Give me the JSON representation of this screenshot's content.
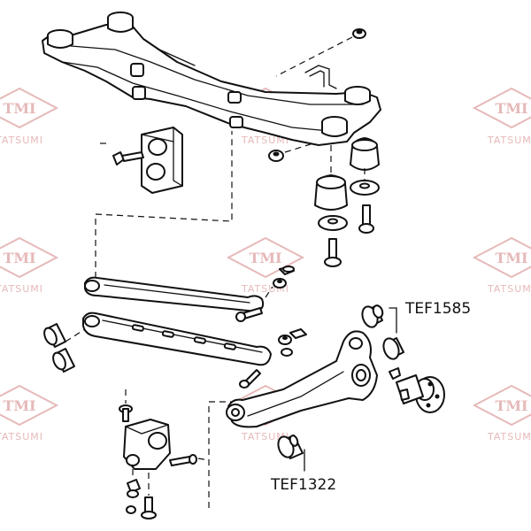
{
  "watermark": {
    "brand": "TMI",
    "sub": "TATSUMI",
    "color": "#e6b9b9"
  },
  "callouts": [
    {
      "id": "bushing-upper-arm",
      "label": "TEF1585"
    },
    {
      "id": "bushing-trailing-arm",
      "label": "TEF1322"
    }
  ]
}
